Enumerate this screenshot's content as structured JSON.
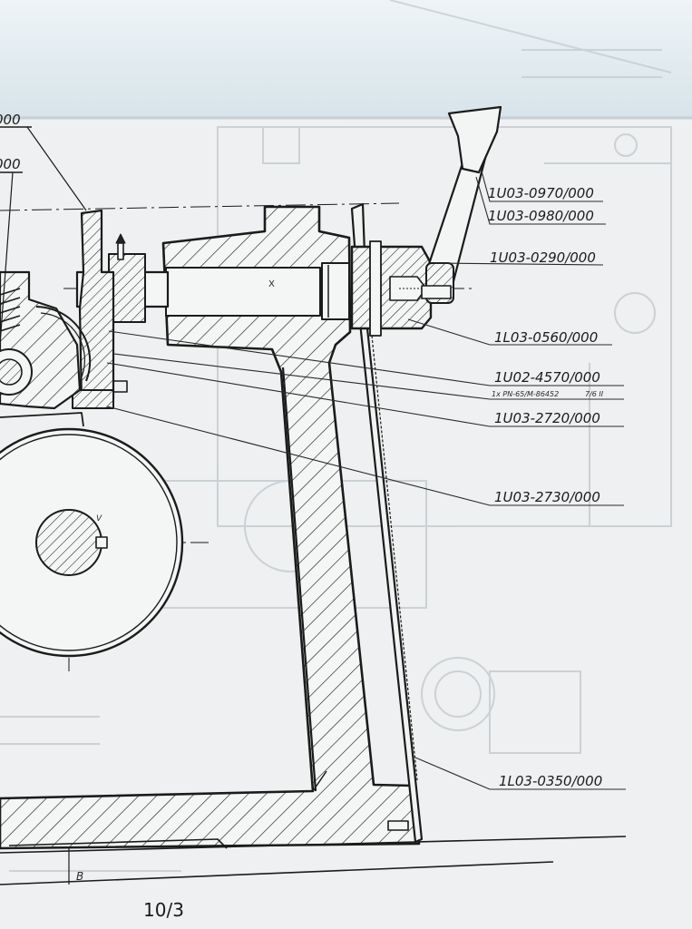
{
  "drawing": {
    "part_labels": [
      "1U03-0970/000",
      "1U03-0980/000",
      "1U03-0290/000",
      "1L03-0560/000",
      "1U02-4570/000",
      "1U03-2720/000",
      "1U03-2730/000",
      "1L03-0350/000"
    ],
    "norm_note": "1x PN-65/M-86452",
    "norm_note_suffix": "7/6 II",
    "marker_x": "X",
    "marker_v": "V",
    "marker_b": "B",
    "top_fragment_1": "000",
    "top_fragment_2": "000",
    "page_number": "10/3"
  },
  "colors": {
    "paper": "#f2f4f4",
    "ink": "#1b1b1b",
    "ghost": "#b8c0c6",
    "top_strip": "#dde9ee"
  }
}
